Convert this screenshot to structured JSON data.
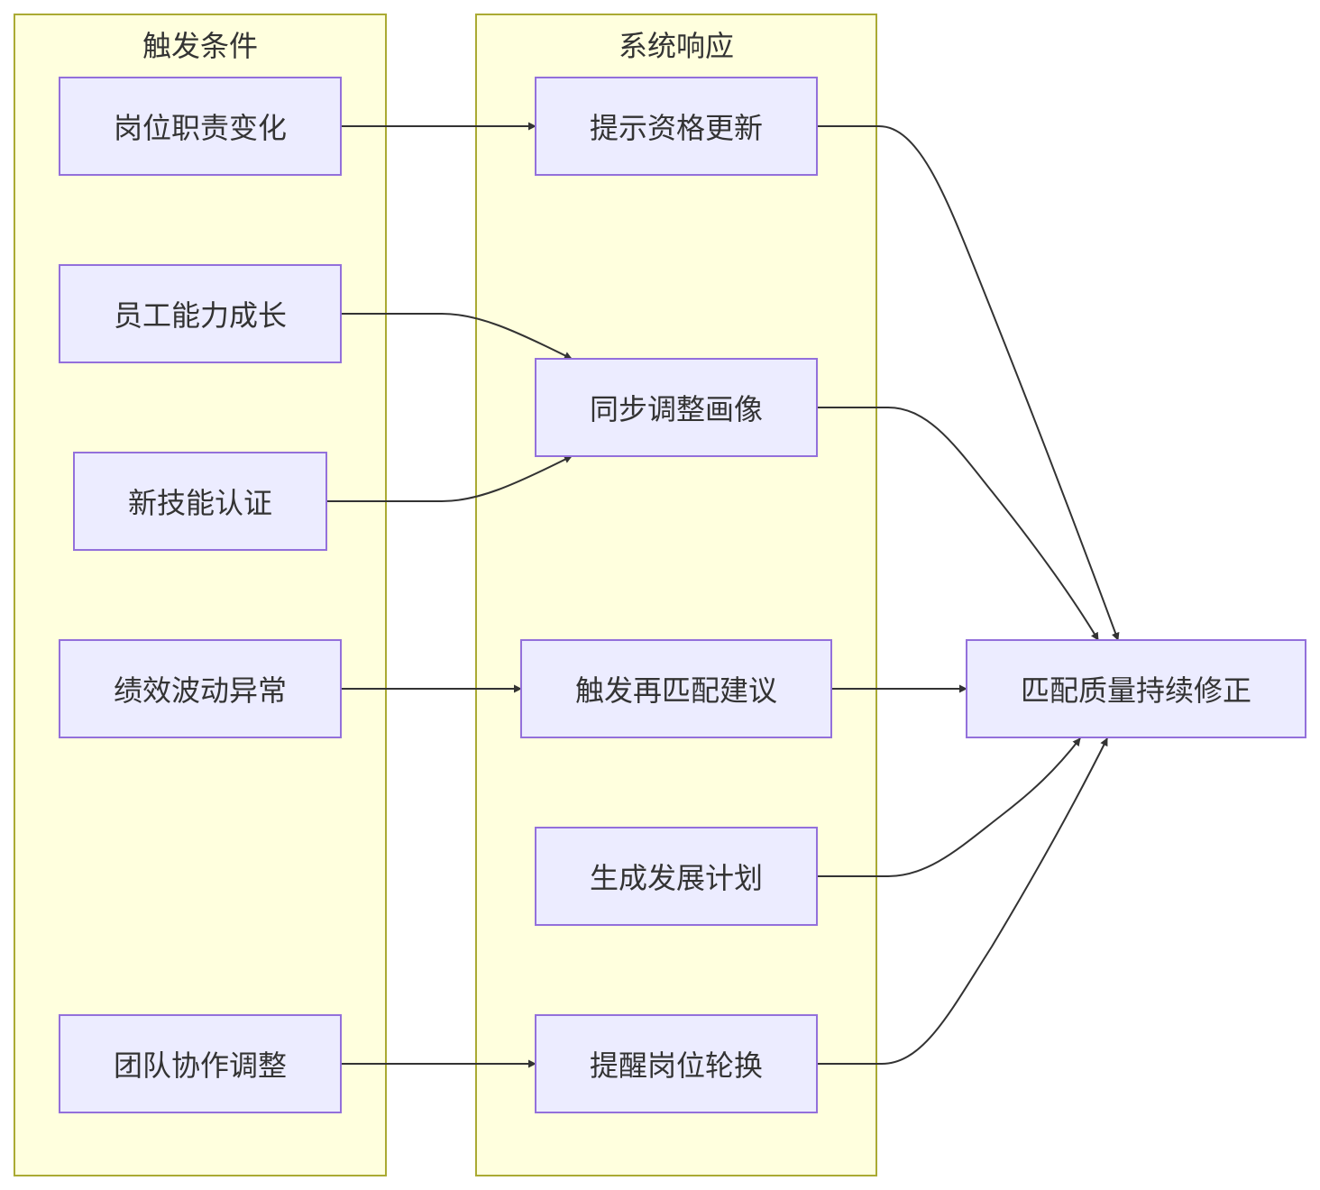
{
  "clusters": {
    "triggers": {
      "title": "触发条件"
    },
    "responses": {
      "title": "系统响应"
    }
  },
  "nodes": {
    "role_change": "岗位职责变化",
    "ability_growth": "员工能力成长",
    "skill_cert": "新技能认证",
    "perf_anomaly": "绩效波动异常",
    "team_adjust": "团队协作调整",
    "qual_update": "提示资格更新",
    "sync_profile": "同步调整画像",
    "rematch": "触发再匹配建议",
    "dev_plan": "生成发展计划",
    "rotation": "提醒岗位轮换",
    "quality_fix": "匹配质量持续修正"
  },
  "colors": {
    "cluster_fill": "#ffffde",
    "cluster_border": "#aaaa33",
    "node_fill": "#ececff",
    "node_border": "#9370db",
    "edge": "#333333",
    "text": "#333333"
  },
  "edges": [
    {
      "from": "role_change",
      "to": "qual_update"
    },
    {
      "from": "ability_growth",
      "to": "sync_profile"
    },
    {
      "from": "skill_cert",
      "to": "sync_profile"
    },
    {
      "from": "perf_anomaly",
      "to": "rematch"
    },
    {
      "from": "team_adjust",
      "to": "rotation"
    },
    {
      "from": "qual_update",
      "to": "quality_fix"
    },
    {
      "from": "sync_profile",
      "to": "quality_fix"
    },
    {
      "from": "rematch",
      "to": "quality_fix"
    },
    {
      "from": "dev_plan",
      "to": "quality_fix"
    },
    {
      "from": "rotation",
      "to": "quality_fix"
    }
  ]
}
